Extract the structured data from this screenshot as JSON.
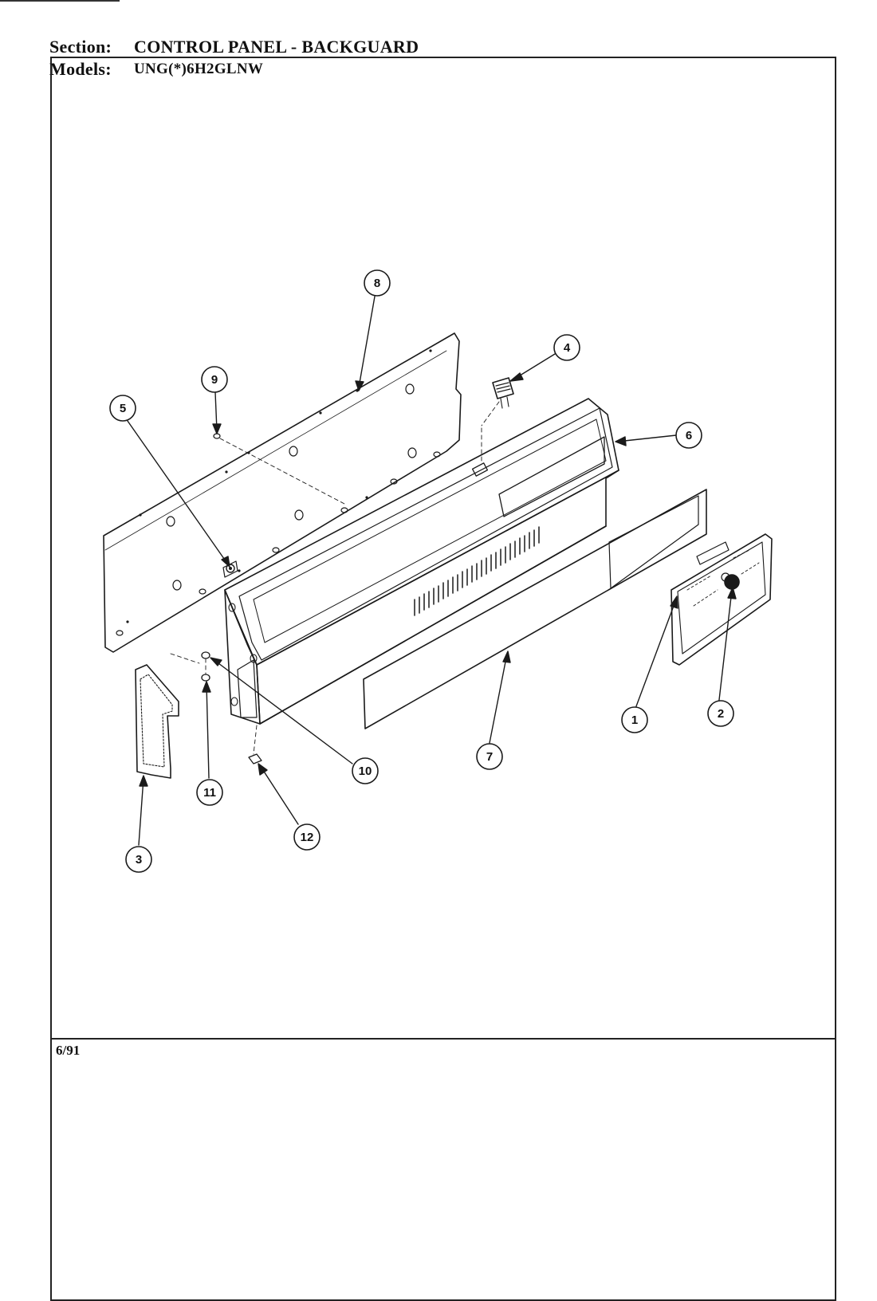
{
  "header": {
    "section_label": "Section:",
    "section_value": "CONTROL PANEL - BACKGUARD",
    "models_label": "Models:",
    "models_value": "UNG(*)6H2GLNW"
  },
  "footer": {
    "date": "6/91"
  },
  "callouts": [
    {
      "id": "callout-1",
      "number": "1"
    },
    {
      "id": "callout-2",
      "number": "2"
    },
    {
      "id": "callout-3",
      "number": "3"
    },
    {
      "id": "callout-4",
      "number": "4"
    },
    {
      "id": "callout-5",
      "number": "5"
    },
    {
      "id": "callout-6",
      "number": "6"
    },
    {
      "id": "callout-7",
      "number": "7"
    },
    {
      "id": "callout-8",
      "number": "8"
    },
    {
      "id": "callout-9",
      "number": "9"
    },
    {
      "id": "callout-10",
      "number": "10"
    },
    {
      "id": "callout-11",
      "number": "11"
    },
    {
      "id": "callout-12",
      "number": "12"
    }
  ]
}
